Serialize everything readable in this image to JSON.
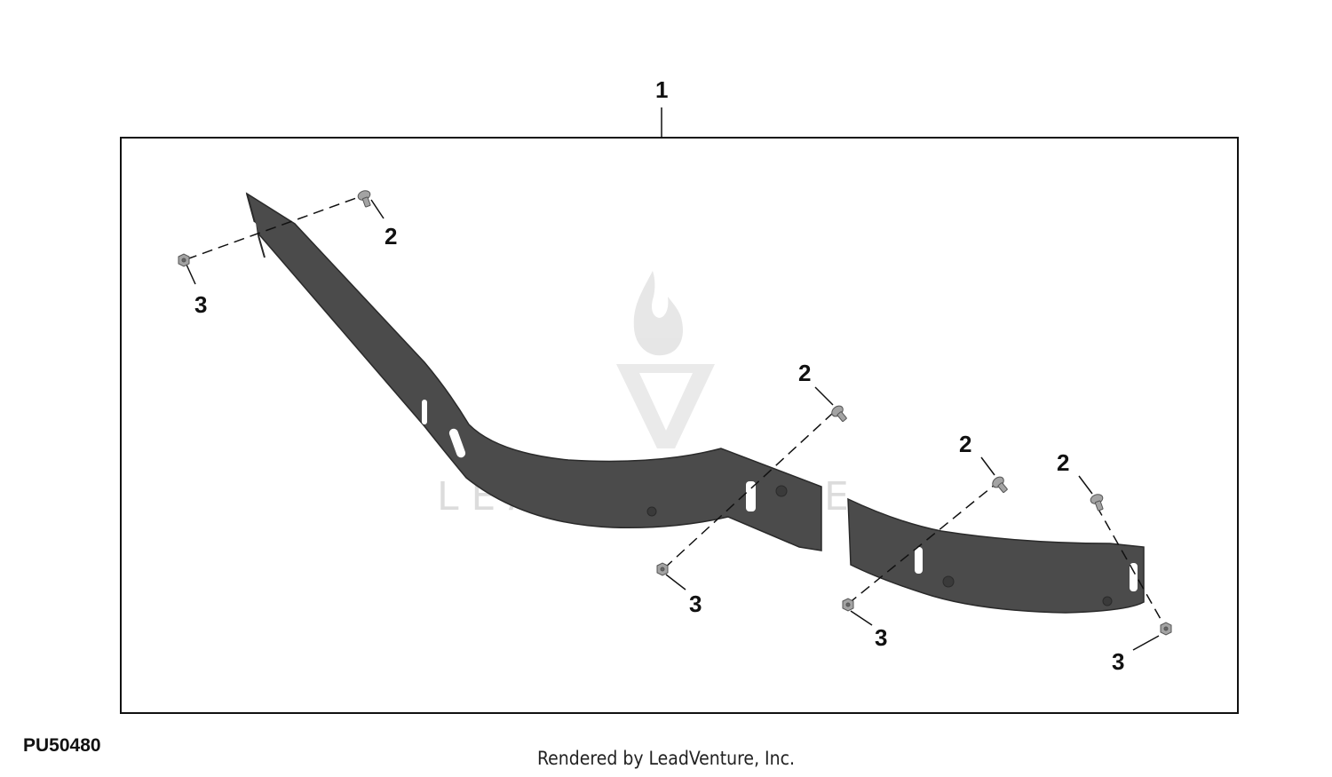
{
  "diagram": {
    "callouts": {
      "assembly": "1",
      "bolt": "2",
      "nut": "3"
    },
    "figure_id": "PU50480",
    "credit": "Rendered by LeadVenture, Inc.",
    "watermark": "LEADVENTURE"
  },
  "colors": {
    "part_fill": "#4a4a4a",
    "part_edge": "#2b2b2b",
    "hardware": "#9a9a9a",
    "watermark": "#d9d9d9"
  },
  "icons": [
    "bolt-icon",
    "nut-icon",
    "leadventure-logo-icon"
  ]
}
